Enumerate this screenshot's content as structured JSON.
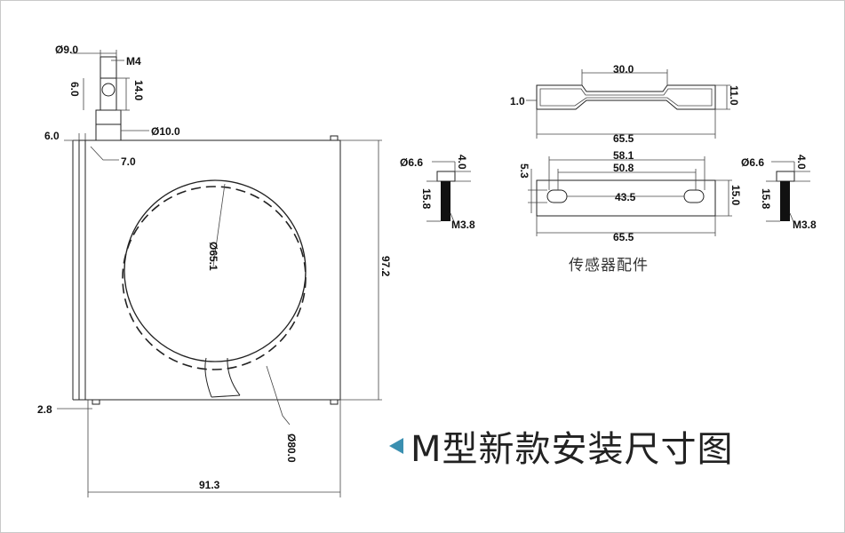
{
  "drawing": {
    "title": "M型新款安装尺寸图",
    "accessory_caption": "传感器配件",
    "main_view": {
      "cable_diameter": "Ø9.0",
      "thread": "M4",
      "nut_height": "14.0",
      "gland_height": "6.0",
      "gland_diameter": "Ø10.0",
      "flange_thickness": "6.0",
      "offset": "7.0",
      "inner_diameter": "Ø65.1",
      "outer_diameter": "Ø80.0",
      "height": "97.2",
      "width": "91.3",
      "base_thickness": "2.8"
    },
    "bracket_side": {
      "gap_width": "30.0",
      "plate_thickness": "1.0",
      "height": "11.0",
      "length": "65.5"
    },
    "bracket_top": {
      "outer_slot": "58.1",
      "inner_slot": "50.8",
      "slot_height": "5.3",
      "hole_pitch": "43.5",
      "width": "15.0",
      "length": "65.5"
    },
    "screw_left": {
      "head_diameter": "Ø6.6",
      "head_height": "4.0",
      "shank_length": "15.8",
      "thread": "M3.8"
    },
    "screw_right": {
      "head_diameter": "Ø6.6",
      "head_height": "4.0",
      "shank_length": "15.8",
      "thread": "M3.8"
    },
    "colors": {
      "accent": "#3a8fb0",
      "line": "#222222"
    }
  }
}
